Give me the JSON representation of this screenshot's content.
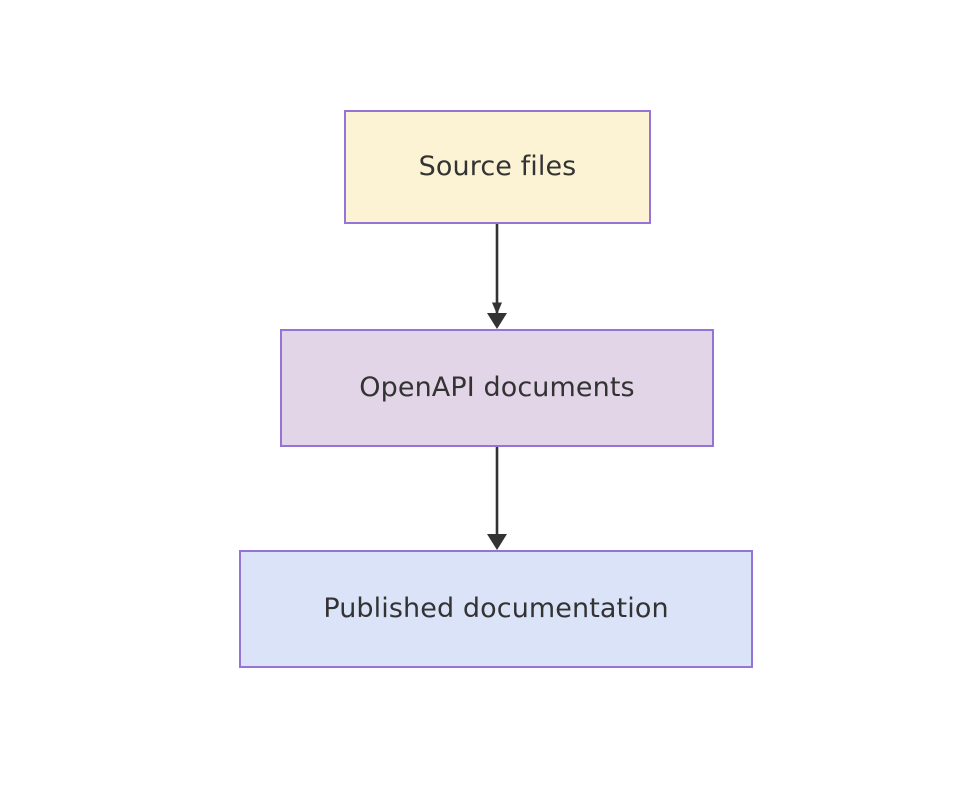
{
  "diagram": {
    "type": "flowchart",
    "direction": "top-to-bottom",
    "background_color": "#ffffff",
    "text_color": "#333333",
    "nodes": [
      {
        "id": "source-files",
        "label": "Source files",
        "fill_color": "#fcf3d4",
        "border_color": "#9673d6"
      },
      {
        "id": "openapi-documents",
        "label": "OpenAPI documents",
        "fill_color": "#e1d5e7",
        "border_color": "#9673d6"
      },
      {
        "id": "published-documentation",
        "label": "Published documentation",
        "fill_color": "#dae3f7",
        "border_color": "#9673d6"
      }
    ],
    "edges": [
      {
        "id": "edge-source-to-openapi",
        "from": "source-files",
        "to": "openapi-documents",
        "label": "",
        "color": "#333333",
        "arrowhead": "solid-triangle"
      },
      {
        "id": "edge-openapi-to-published",
        "from": "openapi-documents",
        "to": "published-documentation",
        "label": "",
        "color": "#333333",
        "arrowhead": "solid-triangle"
      }
    ]
  }
}
